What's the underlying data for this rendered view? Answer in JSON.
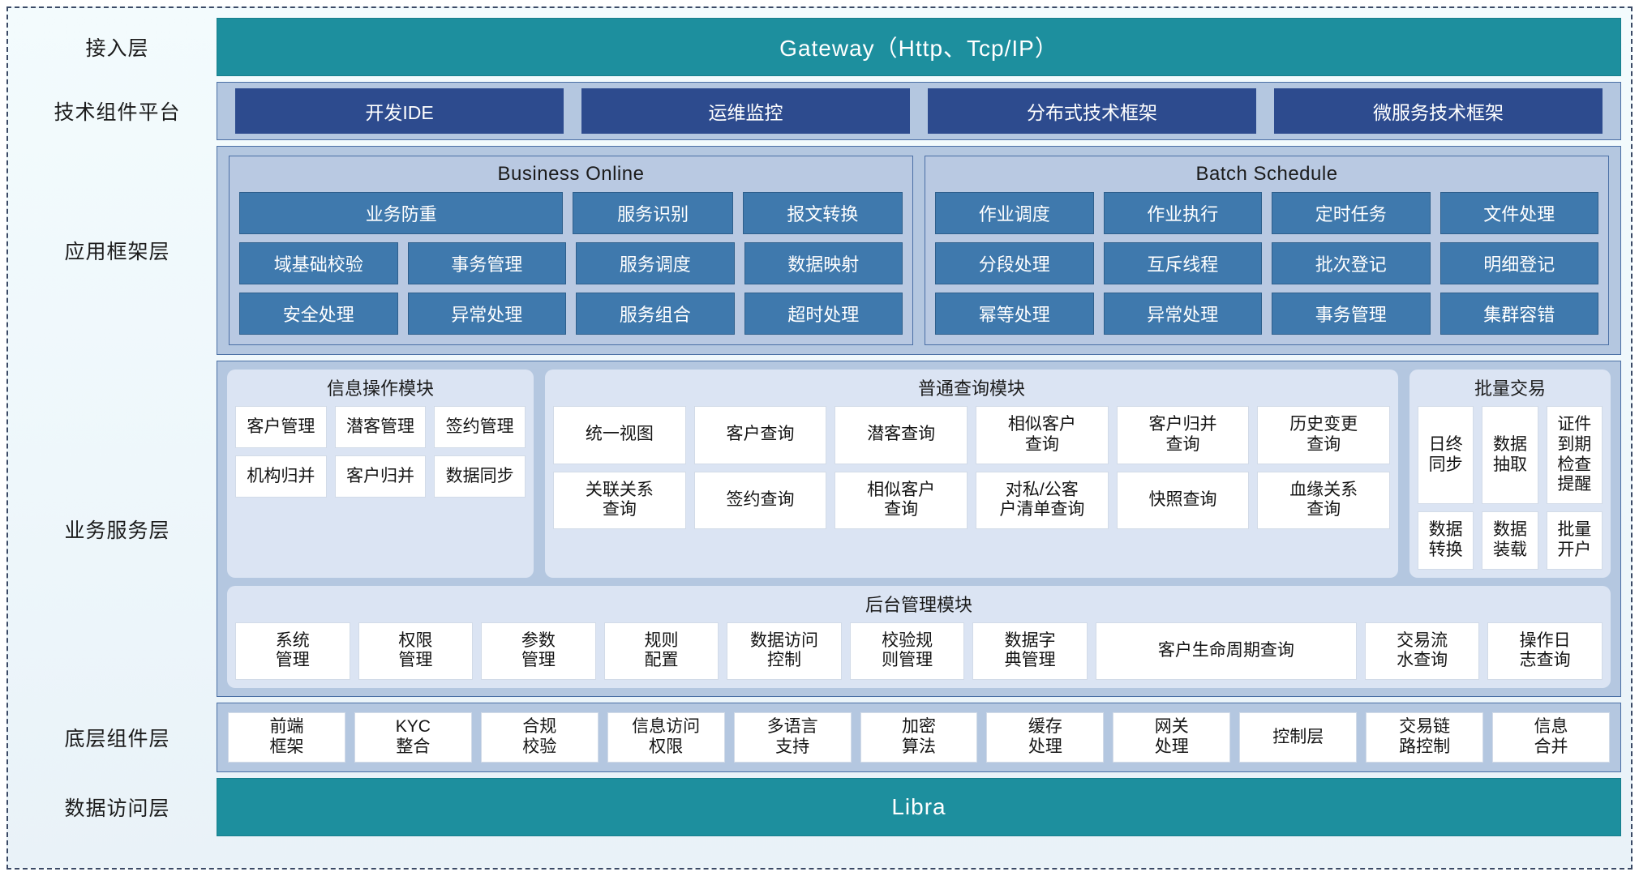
{
  "layers": [
    {
      "label": "接入层"
    },
    {
      "label": "技术组件平台"
    },
    {
      "label": "应用框架层"
    },
    {
      "label": "业务服务层"
    },
    {
      "label": "底层组件层"
    },
    {
      "label": "数据访问层"
    }
  ],
  "access_layer": {
    "title": "Gateway（Http、Tcp/IP）"
  },
  "tech_platform": {
    "chips": [
      "开发IDE",
      "运维监控",
      "分布式技术框架",
      "微服务技术框架"
    ]
  },
  "app_framework": {
    "panels": [
      {
        "title": "Business Online",
        "rows": [
          [
            "业务防重",
            "服务识别",
            "报文转换"
          ],
          [
            "域基础校验",
            "事务管理",
            "服务调度",
            "数据映射"
          ],
          [
            "安全处理",
            "异常处理",
            "服务组合",
            "超时处理"
          ]
        ]
      },
      {
        "title": "Batch Schedule",
        "rows": [
          [
            "作业调度",
            "作业执行",
            "定时任务",
            "文件处理"
          ],
          [
            "分段处理",
            "互斥线程",
            "批次登记",
            "明细登记"
          ],
          [
            "幂等处理",
            "异常处理",
            "事务管理",
            "集群容错"
          ]
        ]
      }
    ]
  },
  "business_service": {
    "groups": [
      {
        "title": "信息操作模块",
        "rows": [
          [
            "客户管理",
            "潜客管理",
            "签约管理"
          ],
          [
            "机构归并",
            "客户归并",
            "数据同步"
          ]
        ]
      },
      {
        "title": "普通查询模块",
        "rows": [
          [
            "统一视图",
            "客户查询",
            "潜客查询",
            "相似客户\n查询",
            "客户归并\n查询",
            "历史变更\n查询"
          ],
          [
            "关联关系\n查询",
            "签约查询",
            "相似客户\n查询",
            "对私/公客\n户清单查询",
            "快照查询",
            "血缘关系\n查询"
          ]
        ]
      },
      {
        "title": "批量交易",
        "rows": [
          [
            "日终\n同步",
            "数据\n抽取",
            "证件到期\n检查提醒"
          ],
          [
            "数据\n转换",
            "数据\n装载",
            "批量\n开户"
          ]
        ]
      }
    ],
    "backend": {
      "title": "后台管理模块",
      "items": [
        "系统\n管理",
        "权限\n管理",
        "参数\n管理",
        "规则\n配置",
        "数据访问\n控制",
        "校验规\n则管理",
        "数据字\n典管理",
        "客户生命周期查询",
        "交易流\n水查询",
        "操作日\n志查询"
      ],
      "wide_index": 7
    }
  },
  "bottom_components": {
    "items": [
      "前端\n框架",
      "KYC\n整合",
      "合规\n校验",
      "信息访问\n权限",
      "多语言\n支持",
      "加密\n算法",
      "缓存\n处理",
      "网关\n处理",
      "控制层",
      "交易链\n路控制",
      "信息\n合并"
    ]
  },
  "data_layer": {
    "title": "Libra"
  },
  "colors": {
    "teal": "#1d8f9e",
    "dark_blue_chip": "#2d4b8e",
    "mid_blue_chip": "#3f79ad",
    "band_blue": "#b4c7e0",
    "group_light": "#dbe4f3",
    "frame_dash": "#3b4a66"
  }
}
